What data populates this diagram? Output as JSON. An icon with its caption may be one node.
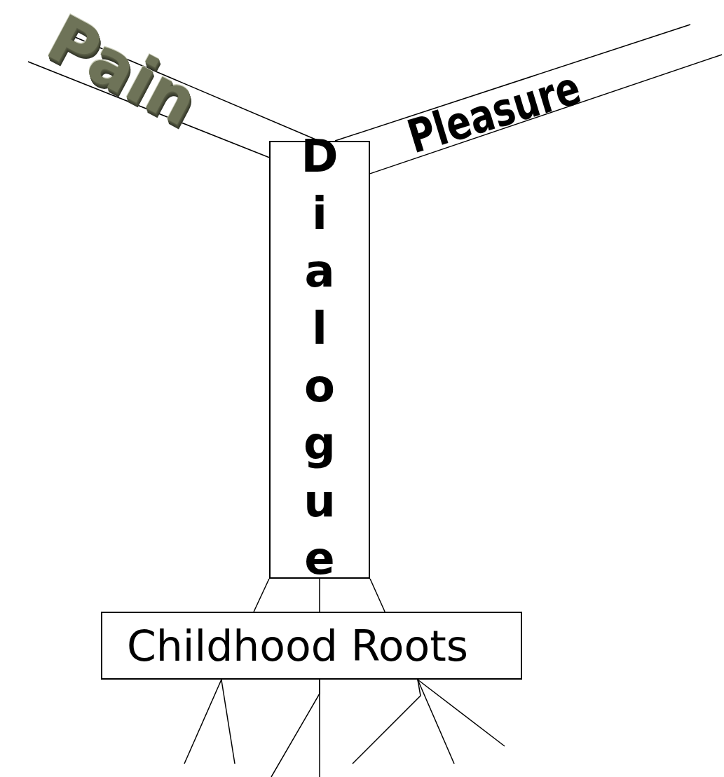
{
  "diagram": {
    "nodes": [
      {
        "text": [
          "Dialogue"
        ]
      },
      {
        "text": [
          "Childhood Roots"
        ]
      }
    ],
    "edges": [
      {
        "from": 0,
        "to": null,
        "arrow": "none",
        "label": "Pain"
      },
      {
        "from": 0,
        "to": null,
        "arrow": "none"
      },
      {
        "from": 0,
        "to": null,
        "arrow": "none",
        "label": "Pleasure"
      },
      {
        "from": 0,
        "to": null,
        "arrow": "none"
      },
      {
        "from": 0,
        "to": 1,
        "arrow": "none"
      },
      {
        "from": 0,
        "to": 1,
        "arrow": "none"
      },
      {
        "from": 0,
        "to": 1,
        "arrow": "none"
      },
      {
        "from": 1,
        "to": null,
        "arrow": "none"
      },
      {
        "from": 1,
        "to": null,
        "arrow": "none"
      },
      {
        "from": 1,
        "to": null,
        "arrow": "none"
      },
      {
        "from": 1,
        "to": null,
        "arrow": "none"
      },
      {
        "from": 1,
        "to": null,
        "arrow": "none"
      },
      {
        "from": 1,
        "to": null,
        "arrow": "none"
      },
      {
        "from": 1,
        "to": null,
        "arrow": "none"
      }
    ]
  }
}
